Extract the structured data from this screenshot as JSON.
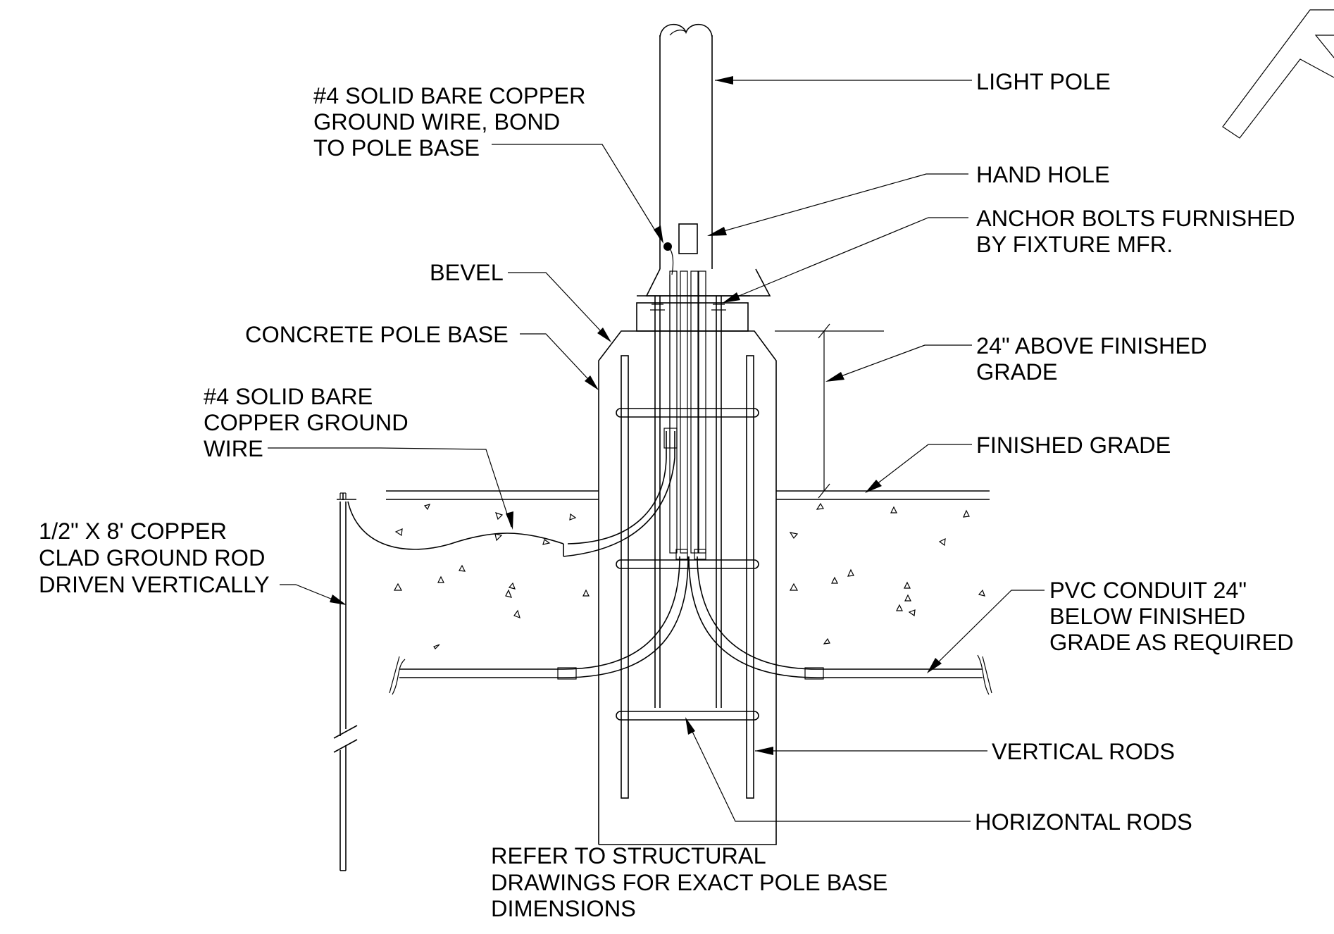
{
  "labels": {
    "light_pole": "LIGHT POLE",
    "ground_wire_bond": [
      "#4 SOLID BARE COPPER",
      "GROUND WIRE, BOND",
      "TO POLE BASE"
    ],
    "hand_hole": "HAND HOLE",
    "anchor_bolts": [
      "ANCHOR BOLTS FURNISHED",
      "BY FIXTURE MFR."
    ],
    "bevel": "BEVEL",
    "concrete_pole_base": "CONCRETE POLE BASE",
    "above_grade": [
      "24\" ABOVE FINISHED",
      "GRADE"
    ],
    "ground_wire": [
      "#4 SOLID BARE",
      "COPPER GROUND",
      "WIRE"
    ],
    "finished_grade": "FINISHED GRADE",
    "ground_rod": [
      "1/2\" X 8' COPPER",
      "CLAD GROUND ROD",
      "DRIVEN VERTICALLY"
    ],
    "pvc_conduit": [
      "PVC CONDUIT 24\"",
      "BELOW FINISHED",
      "GRADE AS REQUIRED"
    ],
    "vertical_rods": "VERTICAL RODS",
    "horizontal_rods": "HORIZONTAL RODS",
    "structural_note": [
      "REFER TO STRUCTURAL",
      "DRAWINGS FOR EXACT POLE BASE",
      "DIMENSIONS"
    ]
  },
  "icons": {
    "north_arrow": "north-arrow-icon"
  }
}
